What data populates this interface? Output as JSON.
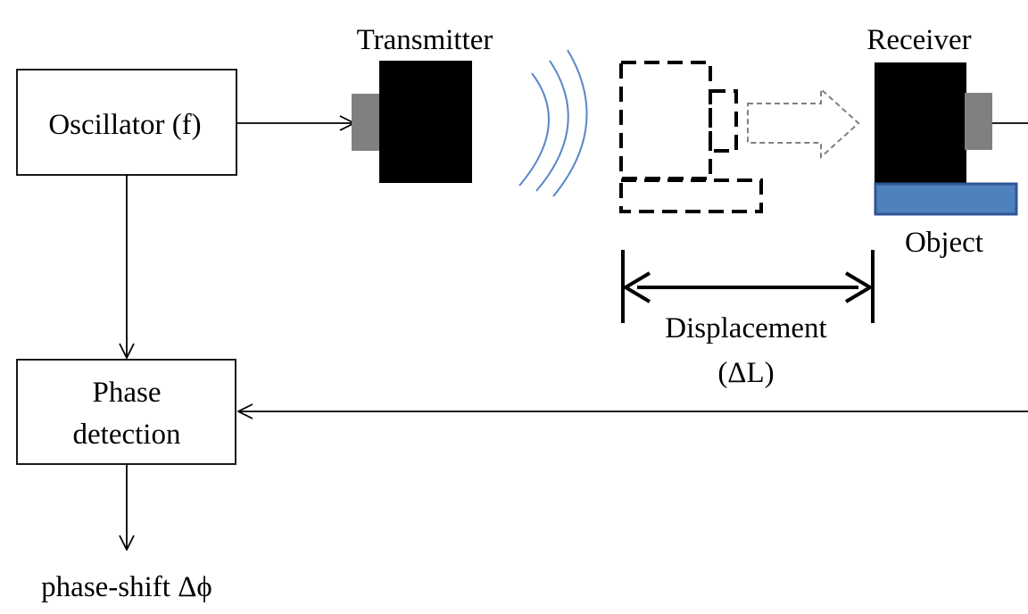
{
  "labels": {
    "oscillator": "Oscillator (f)",
    "transmitter": "Transmitter",
    "receiver": "Receiver",
    "object": "Object",
    "displacement": "Displacement",
    "delta_l": "(ΔL)",
    "phase_line1": "Phase",
    "phase_line2": "detection",
    "output": "phase-shift Δϕ"
  },
  "colors": {
    "line": "#000000",
    "device_body": "#000000",
    "device_lens": "#808080",
    "wave": "#5b86c8",
    "object_fill": "#4f81bd",
    "object_stroke": "#2f5597",
    "ghost_arrow": "#808080"
  }
}
